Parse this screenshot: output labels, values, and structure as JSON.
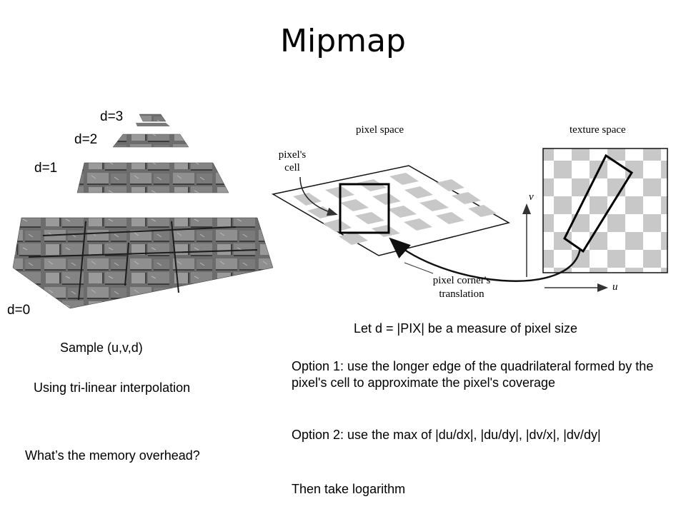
{
  "slide": {
    "title": "Mipmap"
  },
  "pyramid": {
    "levels": [
      {
        "label": "d=3"
      },
      {
        "label": "d=2"
      },
      {
        "label": "d=1"
      },
      {
        "label": "d=0"
      }
    ],
    "sample_text": "Sample (u,v,d)",
    "interp_text": "Using tri-linear interpolation",
    "question_text": "What’s the memory overhead?"
  },
  "figure": {
    "pixel_space_label": "pixel space",
    "texture_space_label": "texture space",
    "pixel_cell_label_1": "pixel's",
    "pixel_cell_label_2": "cell",
    "corner_label_1": "pixel corner's",
    "corner_label_2": "translation",
    "axis_v": "v",
    "axis_u": "u"
  },
  "notes": {
    "measure": "Let d = |PIX| be a measure of pixel size",
    "option1": "Option 1: use the longer edge of the quadrilateral formed by the pixel's cell to approximate the pixel's coverage",
    "option2": "Option 2: use the max of |du/dx|, |du/dy|, |dv/x|, |dv/dy|",
    "then": "Then take logarithm"
  }
}
